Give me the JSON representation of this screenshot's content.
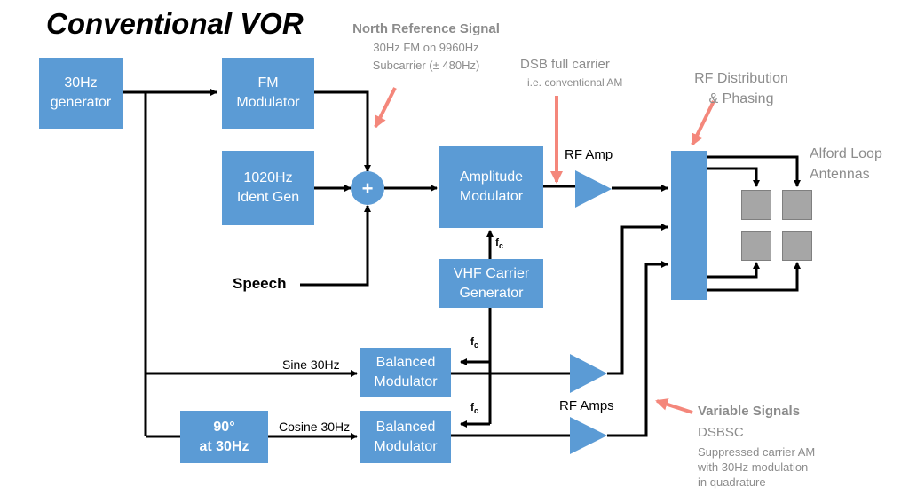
{
  "title": "Conventional VOR",
  "blocks": {
    "gen30": "30Hz\ngenerator",
    "fm_mod": "FM\nModulator",
    "ident": "1020Hz\nIdent Gen",
    "am_mod": "Amplitude\nModulator",
    "vhf": "VHF Carrier\nGenerator",
    "bal1": "Balanced\nModulator",
    "bal2": "Balanced\nModulator",
    "phase90": "90°\nat  30Hz"
  },
  "summer_symbol": "+",
  "labels": {
    "speech": "Speech",
    "rf_amp": "RF Amp",
    "rf_amps": "RF Amps",
    "sine": "Sine 30Hz",
    "cosine": "Cosine 30Hz",
    "fc": "f",
    "fc_sub": "c"
  },
  "annotations": {
    "north_ref_title": "North Reference Signal",
    "north_ref_line1": "30Hz FM on 9960Hz",
    "north_ref_line2": "Subcarrier  (± 480Hz)",
    "dsb_title": "DSB full carrier",
    "dsb_sub": "i.e. conventional AM",
    "rf_dist_line1": "RF Distribution",
    "rf_dist_line2": "& Phasing",
    "alford_line1": "Alford Loop",
    "alford_line2": "Antennas",
    "variable_title": "Variable Signals",
    "dsbsc": "DSBSC",
    "suppressed_line1": "Suppressed carrier AM",
    "suppressed_line2": "with 30Hz modulation",
    "suppressed_line3": "in quadrature"
  },
  "colors": {
    "block": "#5b9bd5",
    "line": "#000000",
    "pointer": "#f4877b",
    "antenna": "#a6a6a6",
    "annotation_text": "#8c8c8c"
  }
}
